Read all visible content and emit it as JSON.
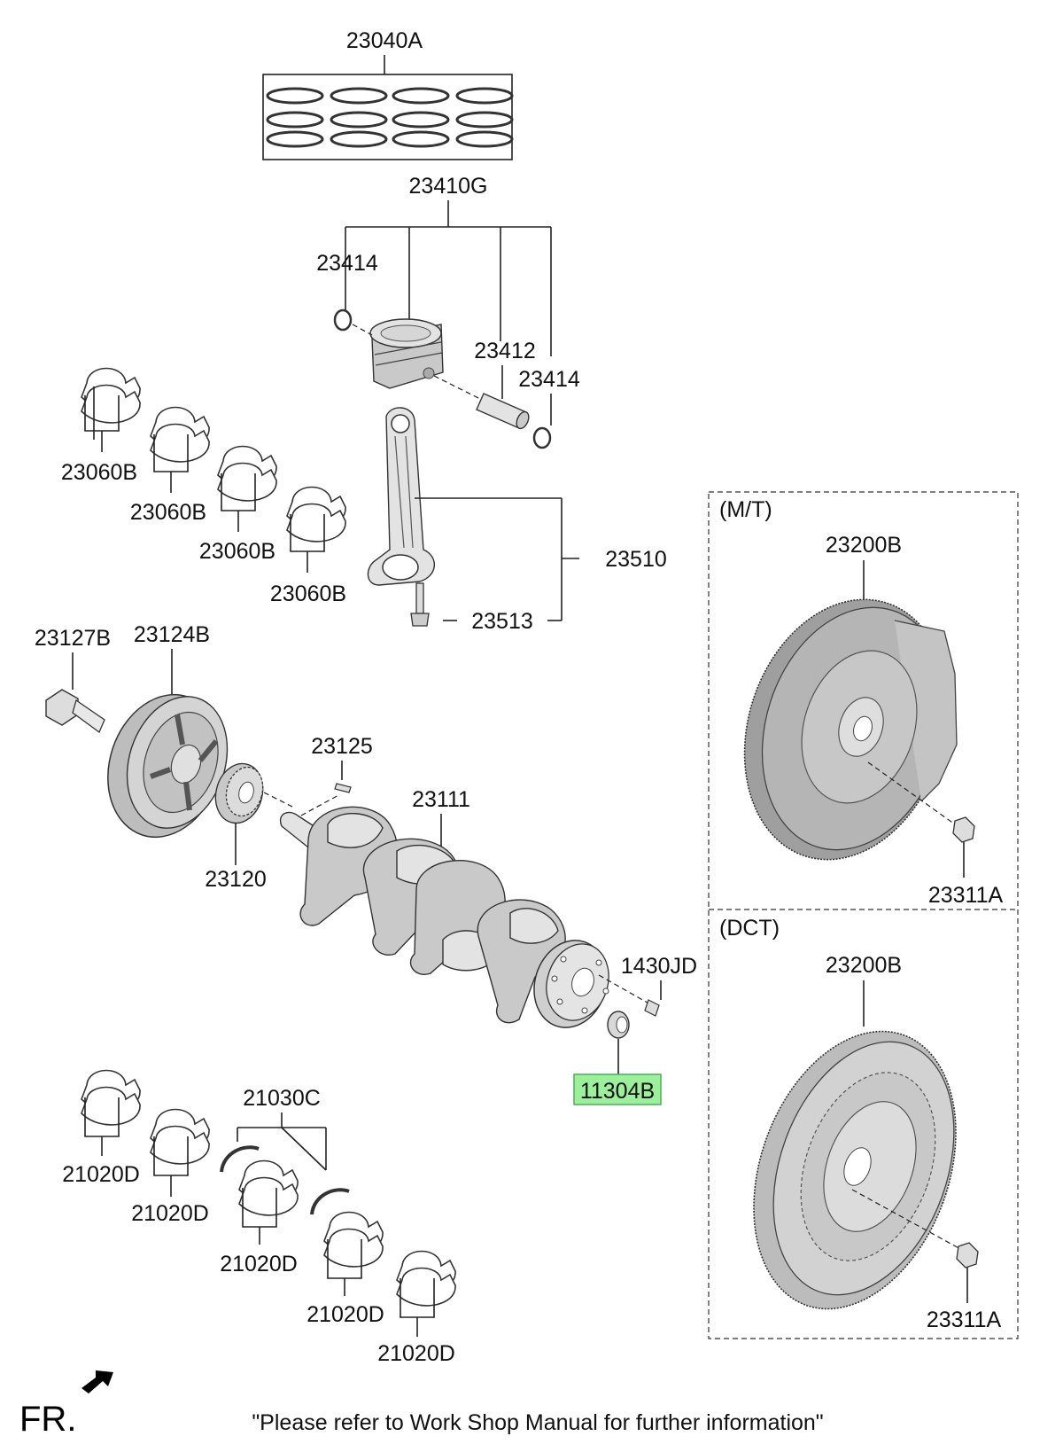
{
  "parts": {
    "ring_set": "23040A",
    "piston_assy": "23410G",
    "snap_ring_left": "23414",
    "piston_pin": "23412",
    "snap_ring_right": "23414",
    "rod_bearing_1": "23060B",
    "rod_bearing_2": "23060B",
    "rod_bearing_3": "23060B",
    "rod_bearing_4": "23060B",
    "connecting_rod_assy": "23510",
    "rod_bolt": "23513",
    "pulley_bolt": "23127B",
    "damper_pulley": "23124B",
    "key": "23125",
    "sprocket": "23120",
    "crankshaft": "23111",
    "dowel_pin": "1430JD",
    "pilot_bushing": "11304B",
    "thrust_bearing": "21030C",
    "main_bearing_1": "21020D",
    "main_bearing_2": "21020D",
    "main_bearing_3": "21020D",
    "main_bearing_4": "21020D",
    "main_bearing_5": "21020D"
  },
  "variants": {
    "mt": {
      "title": "(M/T)",
      "flywheel": "23200B",
      "bolt": "23311A"
    },
    "dct": {
      "title": "(DCT)",
      "flywheel": "23200B",
      "bolt": "23311A"
    }
  },
  "highlight_color": "#9cf09c",
  "front_indicator": "FR.",
  "footer_note": "\"Please refer to Work Shop Manual for further information\""
}
